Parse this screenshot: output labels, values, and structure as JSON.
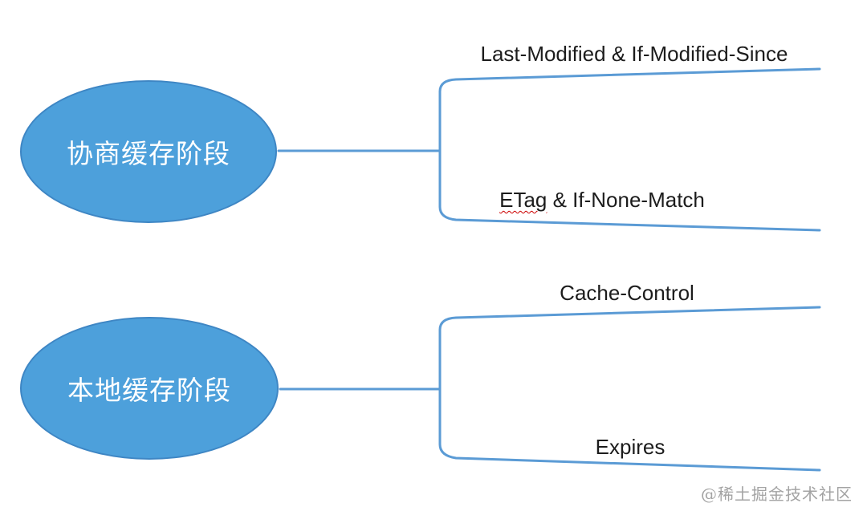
{
  "colors": {
    "node_fill": "#4DA0DB",
    "node_border": "#3E86C4",
    "branch_line": "#5B9BD5",
    "branch_text": "#1C1C1C",
    "node_text": "#FFFFFF",
    "watermark_text": "#A3A3A3",
    "spellcheck_underline": "#CC0000"
  },
  "mindmap": {
    "type": "mindmap-diagram",
    "nodes": [
      {
        "label": "协商缓存阶段",
        "branches": [
          {
            "label": "Last-Modified & If-Modified-Since"
          },
          {
            "prefix": "ETag",
            "suffix": " & If-None-Match"
          }
        ]
      },
      {
        "label": "本地缓存阶段",
        "branches": [
          {
            "label": "Cache-Control"
          },
          {
            "label": "Expires"
          }
        ]
      }
    ]
  },
  "watermark": "@稀土掘金技术社区"
}
